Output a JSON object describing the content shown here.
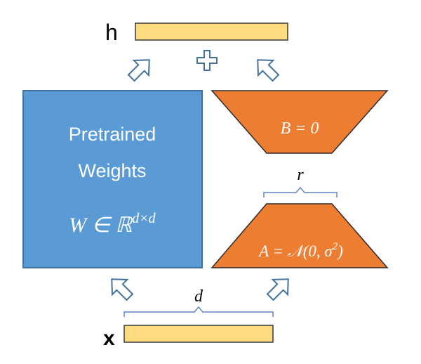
{
  "colors": {
    "bar_fill": "#FFDB7F",
    "bar_stroke": "#3A3A3A",
    "weights_fill": "#5B9BD5",
    "weights_stroke": "#41719C",
    "trapezoid_fill": "#ED7D31",
    "trapezoid_stroke": "#2B2B2B",
    "arrow_stroke": "#41719C",
    "brace_stroke": "#5B84C4",
    "text_dark": "#000000",
    "text_light": "#FFFFFF"
  },
  "labels": {
    "output": "h",
    "input": "x",
    "pretrained_line1": "Pretrained",
    "pretrained_line2": "Weights",
    "w_main": "W ∈ ℝ",
    "w_sup": "d×d",
    "b_eq": "B = 0",
    "a_eq_pre": "A = 𝒩(0, σ",
    "a_eq_sup": "2",
    "a_eq_post": ")",
    "r": "r",
    "d": "d"
  },
  "icons": {
    "plus": "plus-sign-icon",
    "arrows": [
      "up-right-arrow-icon",
      "up-left-arrow-icon"
    ]
  }
}
